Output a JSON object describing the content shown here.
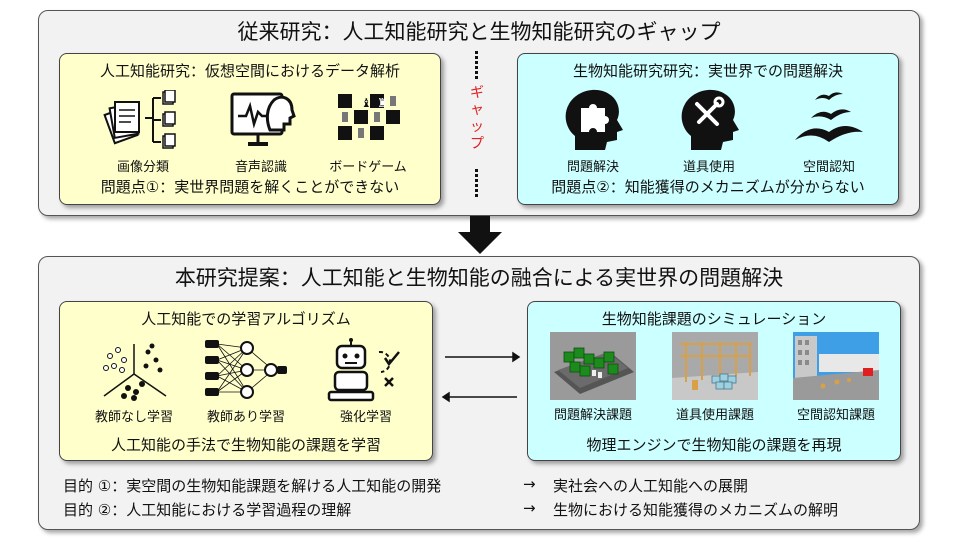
{
  "top_panel": {
    "title": "従来研究：人工知能研究と生物知能研究のギャップ",
    "ai_box": {
      "title": "人工知能研究：仮想空間におけるデータ解析",
      "items": [
        {
          "label": "画像分類",
          "icon": "image-classification-icon"
        },
        {
          "label": "音声認識",
          "icon": "speech-recognition-icon"
        },
        {
          "label": "ボードゲーム",
          "icon": "board-game-icon"
        }
      ],
      "problem": "問題点①：実世界問題を解くことができない"
    },
    "gap_label": "ギャップ",
    "bio_box": {
      "title": "生物知能研究研究：実世界での問題解決",
      "items": [
        {
          "label": "問題解決",
          "icon": "puzzle-head-icon"
        },
        {
          "label": "道具使用",
          "icon": "tool-head-icon"
        },
        {
          "label": "空間認知",
          "icon": "birds-icon"
        }
      ],
      "problem": "問題点②：知能獲得のメカニズムが分からない"
    }
  },
  "bottom_panel": {
    "title": "本研究提案：人工知能と生物知能の融合による実世界の問題解決",
    "ai_box": {
      "title": "人工知能での学習アルゴリズム",
      "items": [
        {
          "label": "教師なし学習",
          "icon": "clustering-icon"
        },
        {
          "label": "教師あり学習",
          "icon": "neural-network-icon"
        },
        {
          "label": "強化学習",
          "icon": "robot-icon"
        }
      ],
      "footer": "人工知能の手法で生物知能の課題を学習"
    },
    "sim_box": {
      "title": "生物知能課題のシミュレーション",
      "items": [
        {
          "label": "問題解決課題",
          "icon": "problem-solving-sim"
        },
        {
          "label": "道具使用課題",
          "icon": "tool-use-sim"
        },
        {
          "label": "空間認知課題",
          "icon": "spatial-sim"
        }
      ],
      "footer": "物理エンジンで生物知能の課題を再現"
    },
    "goals": [
      {
        "text": "目的 ①：実空間の生物知能課題を解ける人工知能の開発",
        "arrow": "→",
        "result": "実社会への人工知能への展開"
      },
      {
        "text": "目的 ②：人工知能における学習過程の理解",
        "arrow": "→",
        "result": "生物における知能獲得のメカニズムの解明"
      }
    ]
  }
}
